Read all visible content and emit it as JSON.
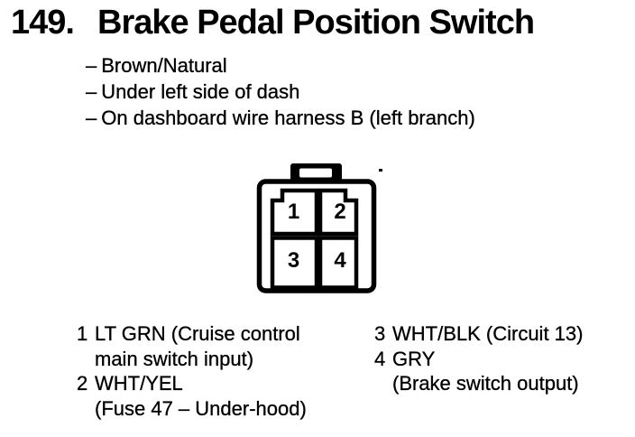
{
  "colors": {
    "ink": "#000000",
    "paper": "#ffffff"
  },
  "header": {
    "item_number": "149.",
    "title": "Brake Pedal Position Switch"
  },
  "notes": {
    "marker": "–",
    "items": [
      "Brown/Natural",
      "Under left side of dash",
      "On dashboard wire harness B (left branch)"
    ]
  },
  "connector": {
    "pin_numbers": [
      "1",
      "2",
      "3",
      "4"
    ]
  },
  "pin_legend": {
    "left_column": [
      {
        "pin": "1",
        "lines": [
          "LT GRN (Cruise control",
          "main switch input)"
        ]
      },
      {
        "pin": "2",
        "lines": [
          "WHT/YEL",
          "(Fuse 47 – Under-hood)"
        ]
      }
    ],
    "right_column": [
      {
        "pin": "3",
        "lines": [
          "WHT/BLK (Circuit 13)"
        ]
      },
      {
        "pin": "4",
        "lines": [
          "GRY",
          "(Brake switch output)"
        ]
      }
    ]
  }
}
